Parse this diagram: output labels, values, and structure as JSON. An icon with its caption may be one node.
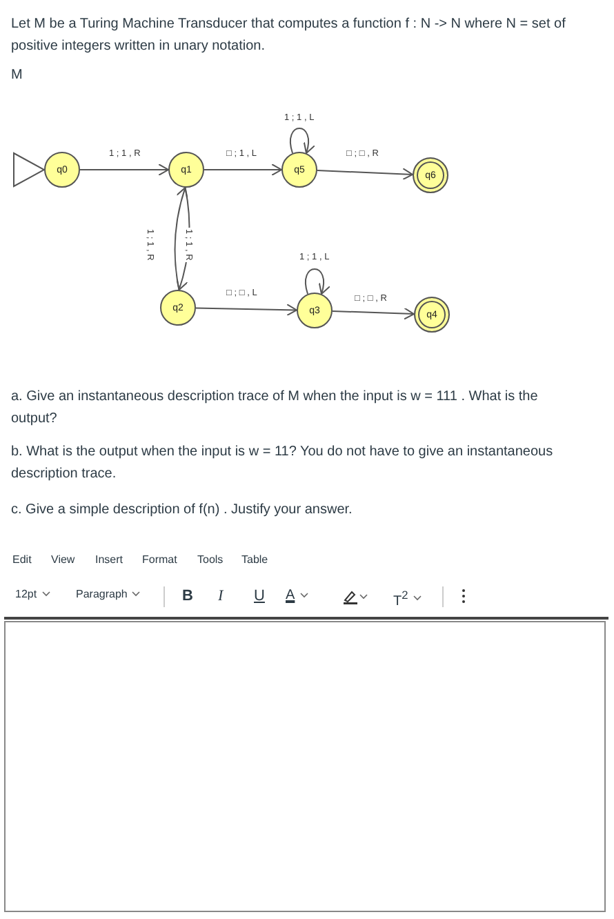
{
  "diagram": {
    "nodes": [
      {
        "text": [
          "q0"
        ]
      },
      {
        "text": [
          "q1"
        ]
      },
      {
        "text": [
          "q5"
        ]
      },
      {
        "text": [
          "q6"
        ]
      },
      {
        "text": [
          "q2"
        ]
      },
      {
        "text": [
          "q3"
        ]
      },
      {
        "text": [
          "q4"
        ]
      }
    ],
    "edges": [
      {
        "from": null,
        "to": 0,
        "arrow": "to"
      },
      {
        "from": 0,
        "to": 1,
        "arrow": "to",
        "label": "1 ; 1 , R"
      },
      {
        "from": 1,
        "to": 2,
        "arrow": "to",
        "label": "□ ; 1 , L"
      },
      {
        "from": 2,
        "to": 2,
        "arrow": "to",
        "label": "1 ; 1 , L"
      },
      {
        "from": 2,
        "to": 3,
        "arrow": "to",
        "label": "□ ; □ , R"
      },
      {
        "from": 1,
        "to": 4,
        "arrow": "to",
        "label": "1 ; 1 , R"
      },
      {
        "from": 4,
        "to": 1,
        "arrow": "to",
        "label": "1 ; 1 , R"
      },
      {
        "from": 4,
        "to": 5,
        "arrow": "to",
        "label": "□ ; □ , L"
      },
      {
        "from": 5,
        "to": 5,
        "arrow": "to",
        "label": "1 ; 1 , L"
      },
      {
        "from": 5,
        "to": 6,
        "arrow": "to",
        "label": "□ ; □ , R"
      }
    ],
    "labels": [
      "Let M be a Turing Machine Transducer that computes a function f : N -> N where N = set of positive integers written in unary notation.",
      "M",
      "a. Give an instantaneous description trace of M when the input is w = 111 . What is the output?",
      "b. What is the output when the input is w = 11? You do not have to give an instantaneous description trace.",
      "c. Give a simple description of f(n) . Justify your answer.",
      "Edit",
      "View",
      "Insert",
      "Format",
      "Tools",
      "Table",
      "12pt",
      "Paragraph",
      "B",
      "I",
      "U",
      "A",
      "T$^{2}$"
    ]
  }
}
